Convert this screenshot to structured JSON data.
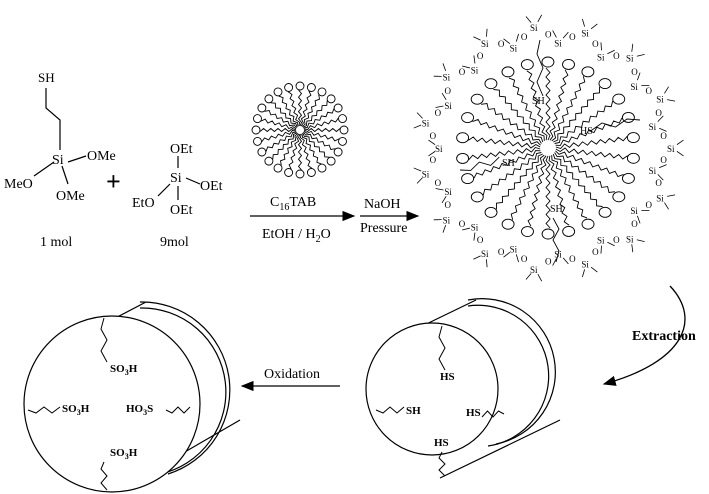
{
  "reagent1": {
    "thiol": "SH",
    "si": "Si",
    "ome_left": "MeO",
    "ome_right": "OMe",
    "ome_bottom": "OMe",
    "amount": "1 mol"
  },
  "plus": "+",
  "reagent2": {
    "oet_top": "OEt",
    "si": "Si",
    "oet_left": "EtO",
    "oet_right": "OEt",
    "oet_bottom": "OEt",
    "amount": "9mol"
  },
  "step1": {
    "surfactant": "C",
    "surfactant_sub": "16",
    "surfactant_rest": "TAB",
    "solvent": "EtOH / H",
    "solvent_sub": "2",
    "solvent_rest": "O"
  },
  "step2": {
    "base": "NaOH",
    "condition": "Pressure"
  },
  "framework": {
    "si": "Si",
    "o": "O",
    "thiol": "SH",
    "thiol_rev": "HS"
  },
  "extraction_label": "Extraction",
  "oxidation_label": "Oxidation",
  "thiol_particle": {
    "groups": [
      "HS",
      "SH",
      "HS",
      "HS"
    ]
  },
  "sulfonic_particle": {
    "top": {
      "main": "SO",
      "sub": "3",
      "end": "H"
    },
    "left": {
      "main": "SO",
      "sub": "3",
      "end": "H"
    },
    "right": {
      "main": "HO",
      "sub": "3",
      "end": "S"
    },
    "bottom": {
      "main": "SO",
      "sub": "3",
      "end": "H"
    }
  }
}
